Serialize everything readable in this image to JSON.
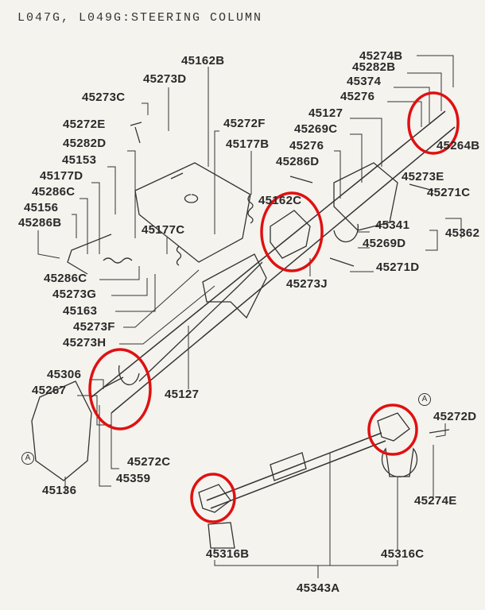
{
  "title": "L047G, L049G:STEERING COLUMN",
  "reference_marker": "A",
  "highlight_color": "#e01010",
  "labels": {
    "l45274B": "45274B",
    "l45282B": "45282B",
    "l45374": "45374",
    "l45276a": "45276",
    "l45127a": "45127",
    "l45269C": "45269C",
    "l45276b": "45276",
    "l45286D": "45286D",
    "l45273E": "45273E",
    "l45271C": "45271C",
    "l45162C": "45162C",
    "l45341": "45341",
    "l45362": "45362",
    "l45269D": "45269D",
    "l45271D": "45271D",
    "l45273J": "45273J",
    "l45264B": "45264B",
    "l45162B": "45162B",
    "l45273D": "45273D",
    "l45273C": "45273C",
    "l45272E": "45272E",
    "l45282D": "45282D",
    "l45153": "45153",
    "l45177D": "45177D",
    "l45286Ca": "45286C",
    "l45156": "45156",
    "l45286B": "45286B",
    "l45272F": "45272F",
    "l45177B": "45177B",
    "l45177C": "45177C",
    "l45286Cb": "45286C",
    "l45273G": "45273G",
    "l45163": "45163",
    "l45273F": "45273F",
    "l45273H": "45273H",
    "l45306": "45306",
    "l45267": "45267",
    "l45127b": "45127",
    "l45136": "45136",
    "l45272C": "45272C",
    "l45359": "45359",
    "l45272D": "45272D",
    "l45274E": "45274E",
    "l45316B": "45316B",
    "l45316C": "45316C",
    "l45343A": "45343A"
  }
}
